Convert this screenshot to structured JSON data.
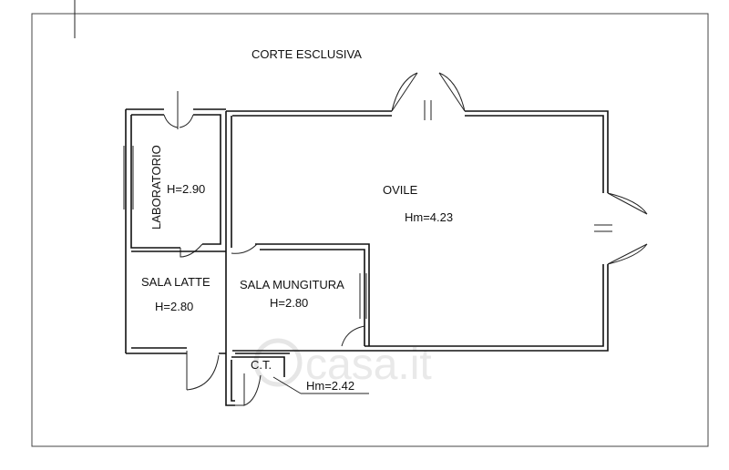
{
  "watermark": "casa.it",
  "labels": {
    "yard": "CORTE ESCLUSIVA",
    "sheepfold": "OVILE",
    "sheepfold_height": "Hm=4.23",
    "lab": "LABORATORIO",
    "lab_height": "H=2.90",
    "milk_room": "SALA LATTE",
    "milk_room_height": "H=2.80",
    "milking_room": "SALA MUNGITURA",
    "milking_room_height": "H=2.80",
    "ct": "C.T.",
    "ct_height": "Hm=2.42"
  }
}
